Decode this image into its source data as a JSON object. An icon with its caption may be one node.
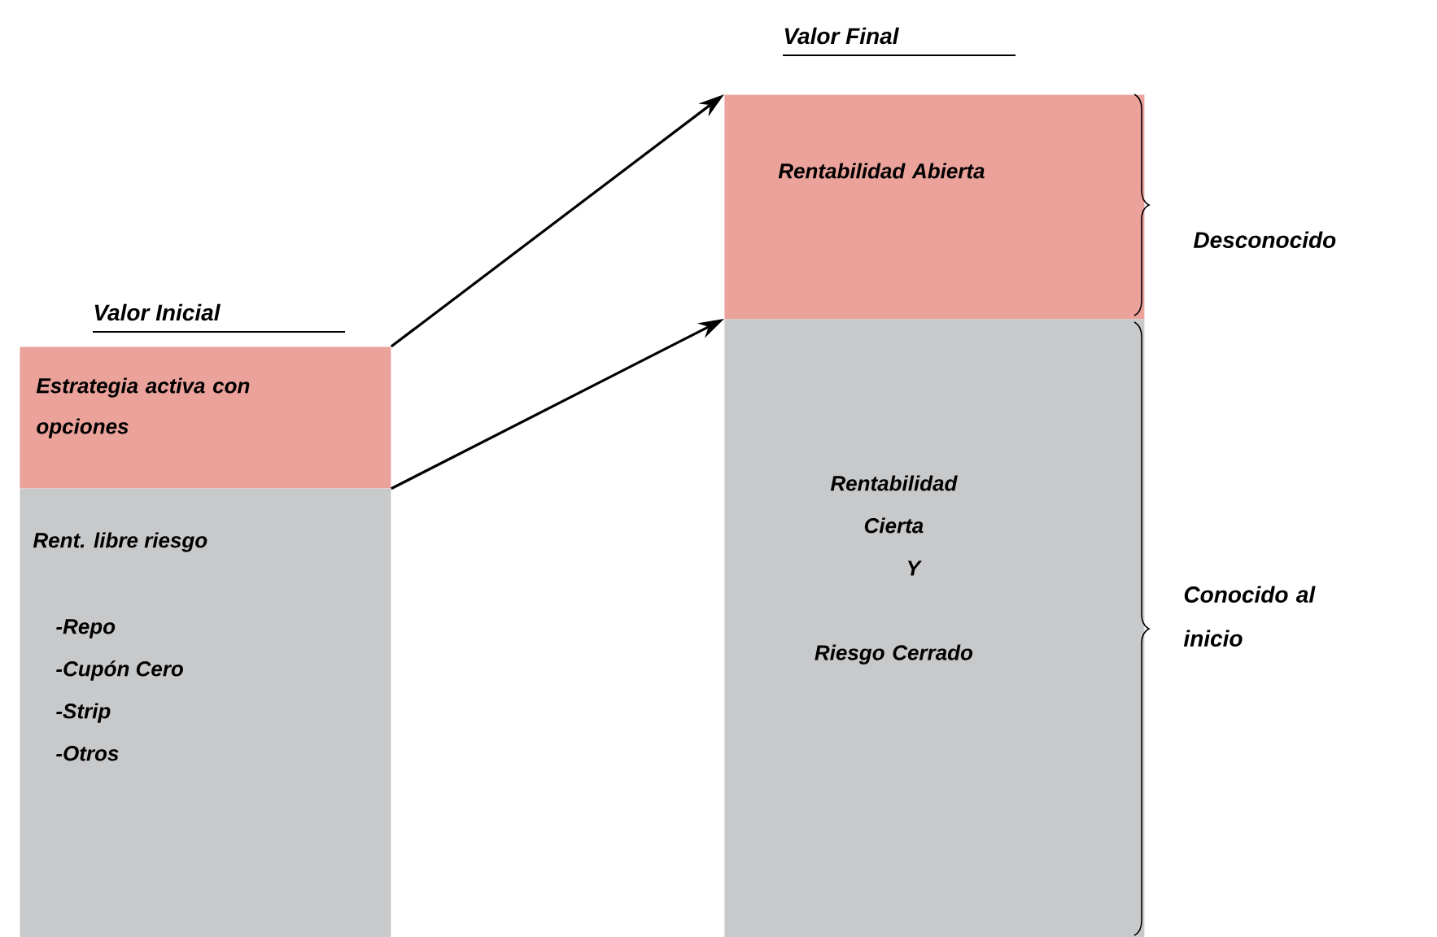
{
  "diagram": {
    "nodes": [
      {
        "text": [
          "Estrategia activa con opciones"
        ]
      },
      {
        "text": [
          "Rent. libre riesgo",
          "-Repo",
          "-Cupón Cero",
          "-Strip",
          "-Otros"
        ]
      },
      {
        "text": [
          "Rentabilidad Abierta"
        ]
      },
      {
        "text": [
          "Rentabilidad Cierta",
          "Y",
          "Riesgo Cerrado"
        ]
      }
    ],
    "edges": [
      {
        "from": 0,
        "to": 2,
        "arrow": "to"
      },
      {
        "from": 0,
        "to": 3,
        "arrow": "to"
      }
    ],
    "labels": [
      "Valor Final",
      "Valor Inicial",
      "Desconocido",
      "Conocido al inicio"
    ]
  }
}
